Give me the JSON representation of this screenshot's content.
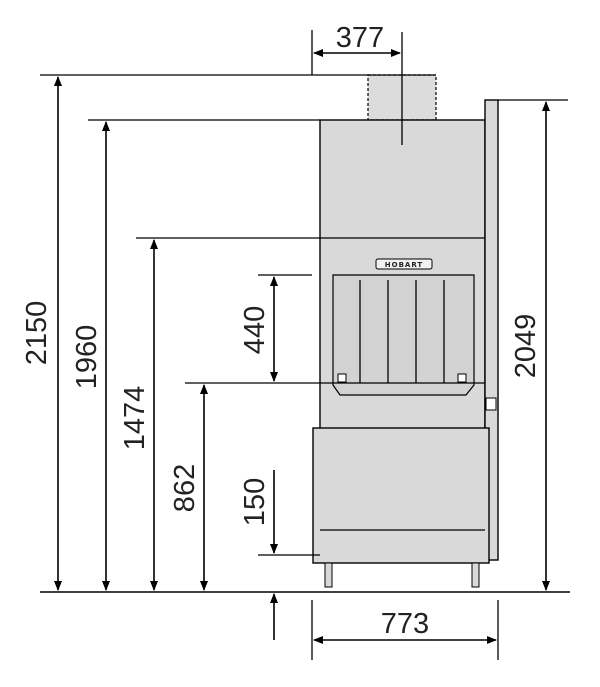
{
  "dimensions": {
    "top_width": "377",
    "base_width": "773",
    "overall_height": "2150",
    "hood_top_height": "1960",
    "door_top_height": "1474",
    "rack_height": "862",
    "door_opening": "440",
    "leg_height": "150",
    "side_height": "2049"
  },
  "machine": {
    "brand": "HOBART",
    "body_color": "#d9d9d9"
  }
}
